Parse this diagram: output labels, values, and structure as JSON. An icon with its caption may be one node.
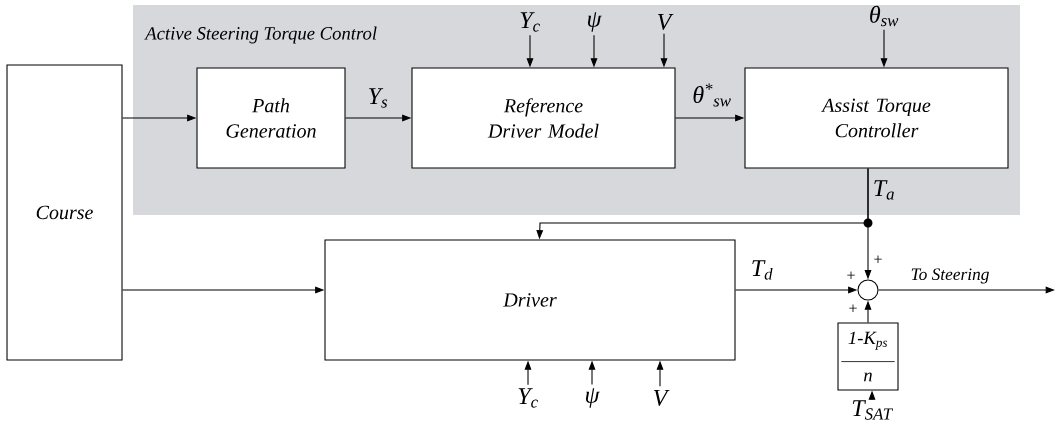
{
  "diagram": {
    "nodes": [
      {
        "text": [
          "Active Steering Torque Control"
        ]
      },
      {
        "text": [
          "Course"
        ]
      },
      {
        "text": [
          "Path Generation"
        ],
        "in": 0
      },
      {
        "text": [
          "Reference Driver Model"
        ],
        "in": 0
      },
      {
        "text": [
          "Assist Torque Controller"
        ],
        "in": 0
      },
      {
        "text": [
          "Y$_{c}$"
        ],
        "in": 0
      },
      {
        "text": [
          "ψ"
        ],
        "in": 0
      },
      {
        "text": [
          "V"
        ],
        "in": 0
      },
      {
        "text": [
          "θ$_{sw}$"
        ],
        "in": 0
      },
      {
        "text": [
          "Driver"
        ]
      },
      {
        "text": [],
        "shape": "circle"
      },
      {
        "text": [
          "1-K$_{ps}$",
          "n"
        ]
      },
      {
        "text": [
          "Y$_{c}$"
        ]
      },
      {
        "text": [
          "ψ"
        ]
      },
      {
        "text": [
          "V"
        ]
      },
      {
        "text": [
          "T$_{SAT}$"
        ]
      }
    ],
    "edges": [
      {
        "from": 1,
        "to": 2,
        "arrow": "to"
      },
      {
        "from": 2,
        "to": 3,
        "arrow": "to",
        "label": "Y$_{s}$"
      },
      {
        "from": 3,
        "to": 4,
        "arrow": "to",
        "label": "θ$^{*}$$_{sw}$"
      },
      {
        "from": 5,
        "to": 3,
        "arrow": "to"
      },
      {
        "from": 6,
        "to": 3,
        "arrow": "to"
      },
      {
        "from": 7,
        "to": 3,
        "arrow": "to"
      },
      {
        "from": 8,
        "to": 4,
        "arrow": "to"
      },
      {
        "from": 4,
        "to": 10,
        "arrow": "to",
        "label": "T$_{a}$"
      },
      {
        "from": 4,
        "to": 9,
        "arrow": "to"
      },
      {
        "from": 1,
        "to": 9,
        "arrow": "to"
      },
      {
        "from": 9,
        "to": 10,
        "arrow": "to",
        "label": "T$_{d}$"
      },
      {
        "from": 11,
        "to": 10,
        "arrow": "to"
      },
      {
        "from": 10,
        "to": null,
        "arrow": "to",
        "label": "To Steering"
      },
      {
        "from": 12,
        "to": 9,
        "arrow": "to"
      },
      {
        "from": 13,
        "to": 9,
        "arrow": "to"
      },
      {
        "from": 14,
        "to": 9,
        "arrow": "to"
      },
      {
        "from": 15,
        "to": 11,
        "arrow": "to"
      }
    ],
    "labels": [
      "+",
      "+",
      "+"
    ]
  }
}
